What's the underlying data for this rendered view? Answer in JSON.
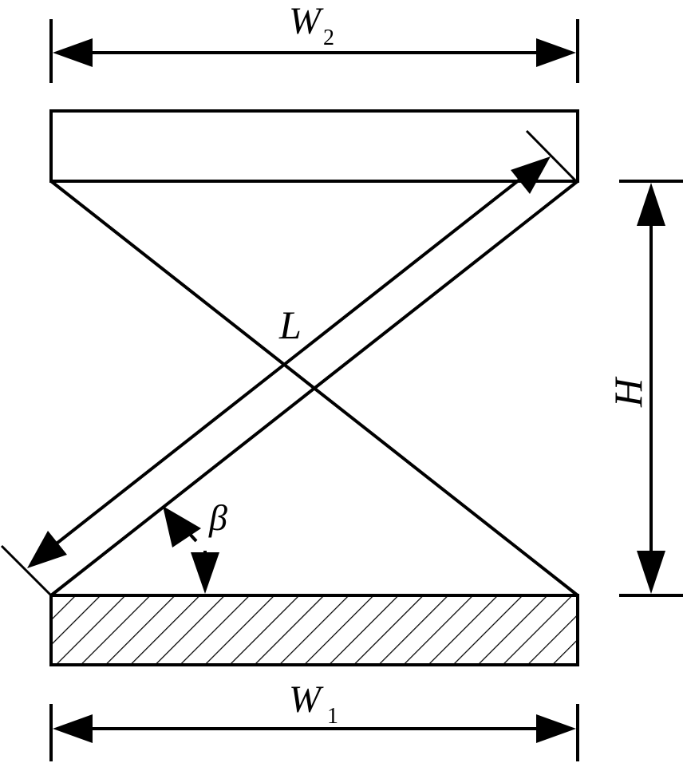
{
  "labels": {
    "top_width": "W",
    "top_width_sub": "2",
    "bottom_width": "W",
    "bottom_width_sub": "1",
    "height": "H",
    "arm_length": "L",
    "angle": "β"
  },
  "colors": {
    "stroke": "#000000",
    "background": "#ffffff"
  }
}
